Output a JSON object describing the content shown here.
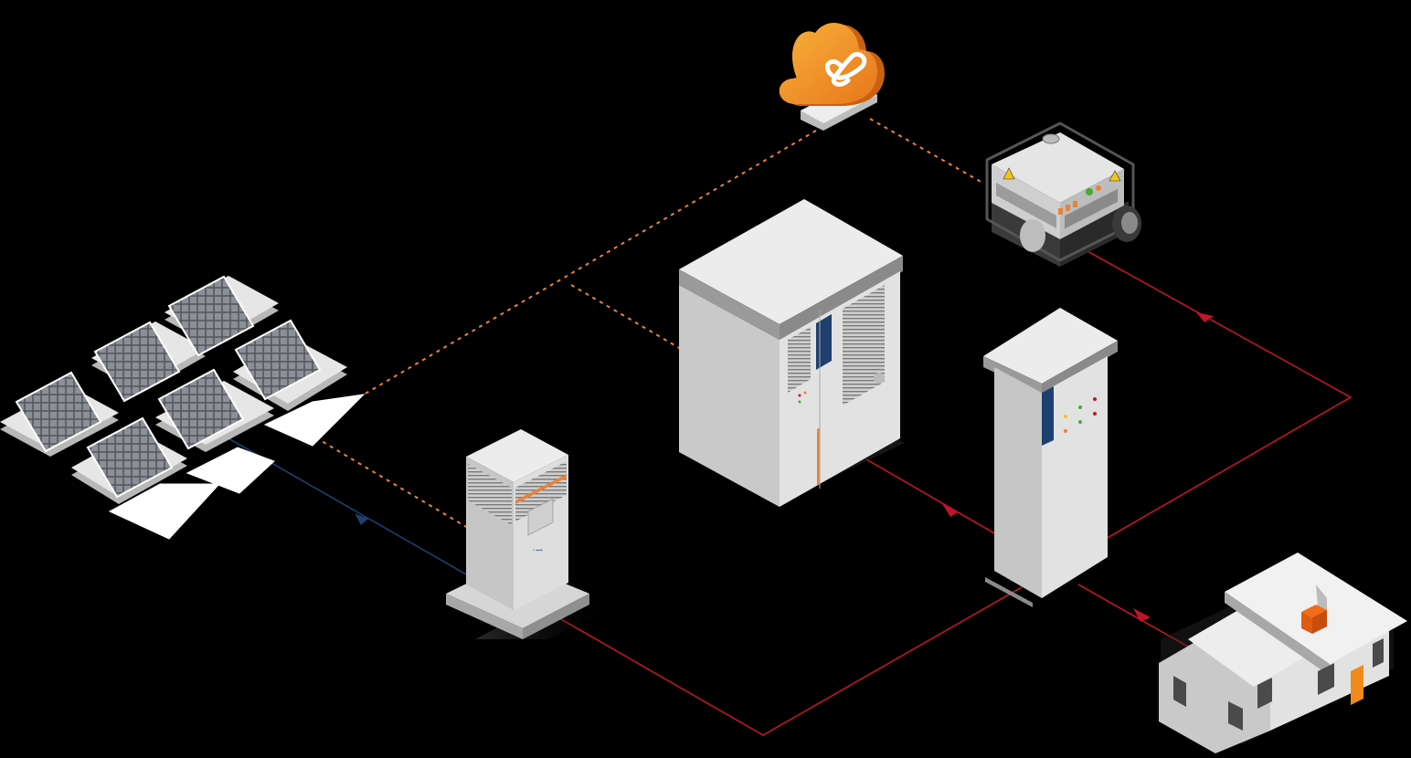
{
  "diagram": {
    "colors": {
      "background": "#000000",
      "power_line": "#c0142a",
      "data_line": "#e8833a",
      "dc_line": "#1f3f6e",
      "cloud": "#f29a1f",
      "accent": "#e8833a",
      "cabinet_body": "#dcdcdc",
      "brand_blue": "#1f3f6e"
    },
    "nodes": [
      {
        "id": "cloud-platform",
        "icon": "cloud-infinity-icon"
      },
      {
        "id": "diesel-generator",
        "icon": "generator-icon"
      },
      {
        "id": "solar-array",
        "icon": "solar-panel-icon"
      },
      {
        "id": "pv-inverter",
        "icon": "inverter-cabinet-icon"
      },
      {
        "id": "energy-storage-cabinet",
        "icon": "battery-cabinet-icon"
      },
      {
        "id": "distribution-cabinet",
        "icon": "switchgear-icon"
      },
      {
        "id": "house-load",
        "icon": "house-icon"
      }
    ],
    "edges": [
      {
        "from": "solar-array",
        "to": "pv-inverter",
        "style": "dc"
      },
      {
        "from": "pv-inverter",
        "to": "distribution-cabinet",
        "style": "power"
      },
      {
        "from": "energy-storage-cabinet",
        "to": "distribution-cabinet",
        "style": "power"
      },
      {
        "from": "diesel-generator",
        "to": "distribution-cabinet",
        "style": "power"
      },
      {
        "from": "distribution-cabinet",
        "to": "house-load",
        "style": "power"
      },
      {
        "from": "cloud-platform",
        "to": "solar-array",
        "style": "data"
      },
      {
        "from": "cloud-platform",
        "to": "energy-storage-cabinet",
        "style": "data"
      },
      {
        "from": "cloud-platform",
        "to": "diesel-generator",
        "style": "data"
      },
      {
        "from": "solar-array",
        "to": "pv-inverter",
        "style": "data"
      }
    ]
  }
}
